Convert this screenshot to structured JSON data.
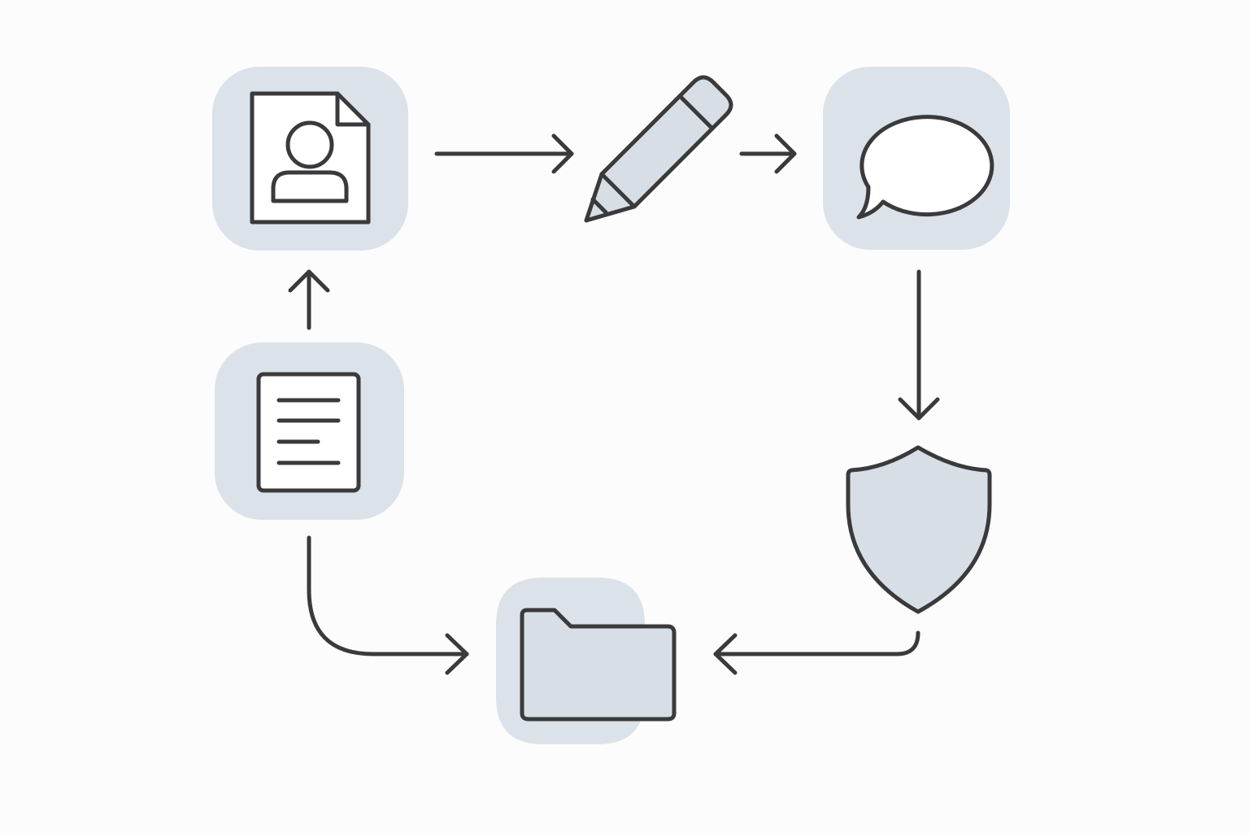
{
  "colors": {
    "background": "#fcfcfc",
    "tile": "#dce2e9",
    "stroke": "#3a3a3c",
    "paper": "#ffffff",
    "fill": "#d8dee6"
  },
  "nodes": [
    {
      "id": "profile-document",
      "icon": "profile-document-icon"
    },
    {
      "id": "pencil",
      "icon": "pencil-icon"
    },
    {
      "id": "speech-bubble",
      "icon": "speech-bubble-icon"
    },
    {
      "id": "shield",
      "icon": "shield-icon"
    },
    {
      "id": "folder",
      "icon": "folder-icon"
    },
    {
      "id": "text-document",
      "icon": "text-document-icon"
    }
  ],
  "edges": [
    {
      "from": "profile-document",
      "to": "pencil"
    },
    {
      "from": "pencil",
      "to": "speech-bubble"
    },
    {
      "from": "speech-bubble",
      "to": "shield"
    },
    {
      "from": "shield",
      "to": "folder"
    },
    {
      "from": "text-document",
      "to": "folder"
    },
    {
      "from": "text-document",
      "to": "profile-document"
    }
  ]
}
